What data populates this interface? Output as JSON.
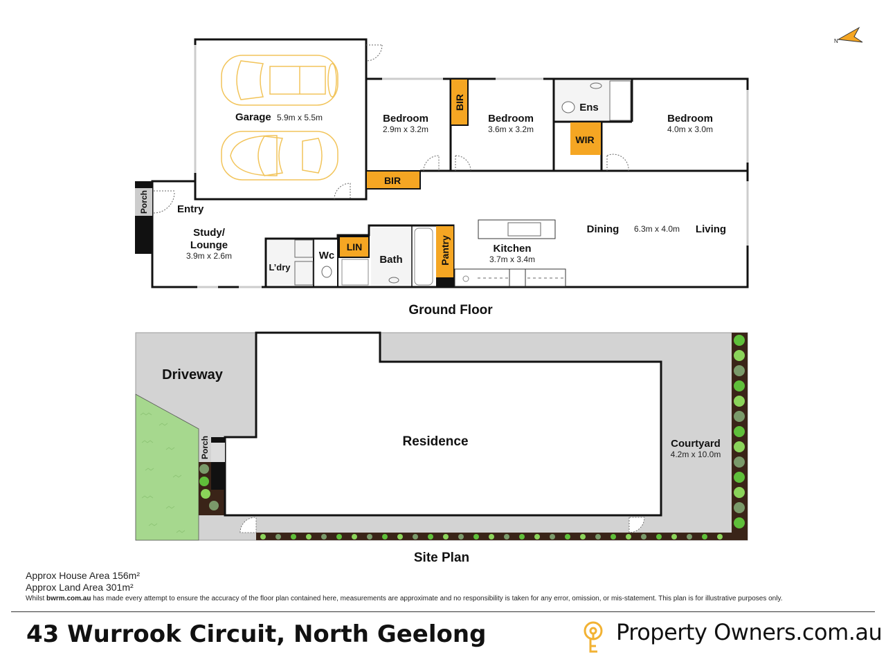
{
  "ground_floor": {
    "title": "Ground Floor",
    "rooms": {
      "garage": {
        "name": "Garage",
        "size": "5.9m x 5.5m"
      },
      "bedroom1": {
        "name": "Bedroom",
        "size": "2.9m x 3.2m"
      },
      "bedroom2": {
        "name": "Bedroom",
        "size": "3.6m x 3.2m"
      },
      "bedroom3": {
        "name": "Bedroom",
        "size": "4.0m x 3.0m"
      },
      "ensuite": {
        "name": "Ens"
      },
      "wir": {
        "name": "WIR"
      },
      "bir1": {
        "name": "BIR"
      },
      "bir2": {
        "name": "BIR"
      },
      "porch": {
        "name": "Porch"
      },
      "entry": {
        "name": "Entry"
      },
      "study": {
        "name_line1": "Study/",
        "name_line2": "Lounge",
        "size": "3.9m x 2.6m"
      },
      "laundry": {
        "name": "L’dry"
      },
      "wc": {
        "name": "Wc"
      },
      "linen": {
        "name": "LIN"
      },
      "bath": {
        "name": "Bath"
      },
      "pantry": {
        "name": "Pantry"
      },
      "kitchen": {
        "name": "Kitchen",
        "size": "3.7m x 3.4m"
      },
      "dining": {
        "name": "Dining"
      },
      "dining_living_size": "6.3m x 4.0m",
      "living": {
        "name": "Living"
      }
    }
  },
  "site_plan": {
    "title": "Site Plan",
    "driveway": "Driveway",
    "residence": "Residence",
    "porch": "Porch",
    "courtyard": {
      "name": "Courtyard",
      "size": "4.2m x 10.0m"
    }
  },
  "compass": {
    "label": "N"
  },
  "notes": {
    "house_area": "Approx House Area 156m²",
    "land_area": "Approx Land Area 301m²",
    "disclaimer_prefix": "Whilst ",
    "disclaimer_brand": "bwrm.com.au",
    "disclaimer_rest": " has made every attempt to ensure the accuracy of the floor plan contained here, measurements are approximate and no responsibility is taken for any error, omission, or mis-statement. This plan is for illustrative purposes only."
  },
  "footer": {
    "address": "43 Wurrook Circuit, North Geelong",
    "brand": "Property Owners.com.au"
  },
  "colors": {
    "accent": "#F5A623",
    "wall": "#111111",
    "paving": "#D3D3D3",
    "lawn": "#A6D88E",
    "garden_bed": "#3A2418"
  }
}
